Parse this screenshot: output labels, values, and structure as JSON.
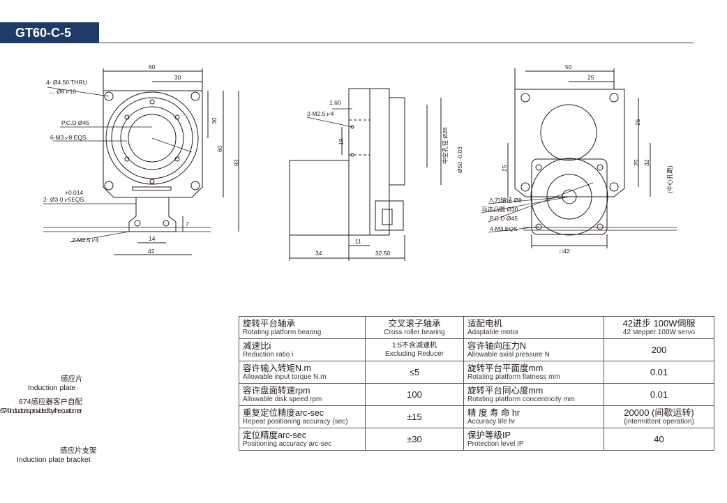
{
  "title": "GT60-C-5",
  "front_view": {
    "dims": [
      "60",
      "30",
      "30",
      "60",
      "83",
      "42",
      "14",
      "7"
    ],
    "notes": [
      "4- Ø4.50 THRU",
      "⌴ Ø8 ⩗10",
      "P.C.D Ø45",
      "6-M3 ⩗8 EQS",
      "+0.014",
      "2- Ø3  0   ⩗5EQS",
      "2-M2.5 ⩗4"
    ]
  },
  "side_view": {
    "dims": [
      "1.60",
      "19",
      "34",
      "11",
      "32.50"
    ],
    "notes": [
      "2-M2.5 ⩗4",
      "中空孔径 Ø28",
      "Ø50 -0.03"
    ]
  },
  "motor_view": {
    "dims": [
      "50",
      "25",
      "25",
      "25",
      "25",
      "32",
      "□42"
    ],
    "notes": [
      "(中心孔距)",
      "入力轴径 Ø8",
      "马达凸圆 Ø30",
      "P.C.D Ø45",
      "4-M3 EQS"
    ]
  },
  "iso_labels": [
    {
      "zh": "感应片",
      "en": "Induction plate"
    },
    {
      "zh": "674感应器客户自配",
      "en": "674 Inductor is provided by the customer"
    },
    {
      "zh": "感应片支架",
      "en": "Induction plate bracket"
    }
  ],
  "spec_table": [
    {
      "k1_zh": "旋转平台轴承",
      "k1_en": "Rotating platform bearing",
      "v1_zh": "交叉滚子轴承",
      "v1_en": "Cross roller bearing",
      "k2_zh": "适配电机",
      "k2_en": "Adaptable motor",
      "v2_zh": "42进步 100W伺服",
      "v2_en": "42 stepper 100W servo"
    },
    {
      "k1_zh": "减速比i",
      "k1_en": "Reduction ratio i",
      "v1_zh": "1:5不含减速机",
      "v1_en": "Excluding Reducer",
      "k2_zh": "容许轴向压力N",
      "k2_en": "Allowable axial pressure N",
      "v2_zh": "200",
      "v2_en": ""
    },
    {
      "k1_zh": "容许输入转矩N.m",
      "k1_en": "Allowable input torque N.m",
      "v1_zh": "≤5",
      "v1_en": "",
      "k2_zh": "旋转平台平面度mm",
      "k2_en": "Rotating platform flatness mm",
      "v2_zh": "0.01",
      "v2_en": ""
    },
    {
      "k1_zh": "容许盘面转速rpm",
      "k1_en": "Allowable disk speed rpm",
      "v1_zh": "100",
      "v1_en": "",
      "k2_zh": "旋转平台同心度mm",
      "k2_en": "Rotating platform concentricity mm",
      "v2_zh": "0.01",
      "v2_en": ""
    },
    {
      "k1_zh": "重复定位精度arc-sec",
      "k1_en": "Repeat positioning accuracy (sec)",
      "v1_zh": "±15",
      "v1_en": "",
      "k2_zh": "精 度 寿 命 hr",
      "k2_en": "Accuracy life hr",
      "v2_zh": "20000 (间歇运转)",
      "v2_en": "(intermittent operation)"
    },
    {
      "k1_zh": "定位精度arc-sec",
      "k1_en": "Positioning accuracy arc-sec",
      "v1_zh": "±30",
      "v1_en": "",
      "k2_zh": "保护等级IP",
      "k2_en": "Protection level IP",
      "v2_zh": "40",
      "v2_en": ""
    }
  ]
}
